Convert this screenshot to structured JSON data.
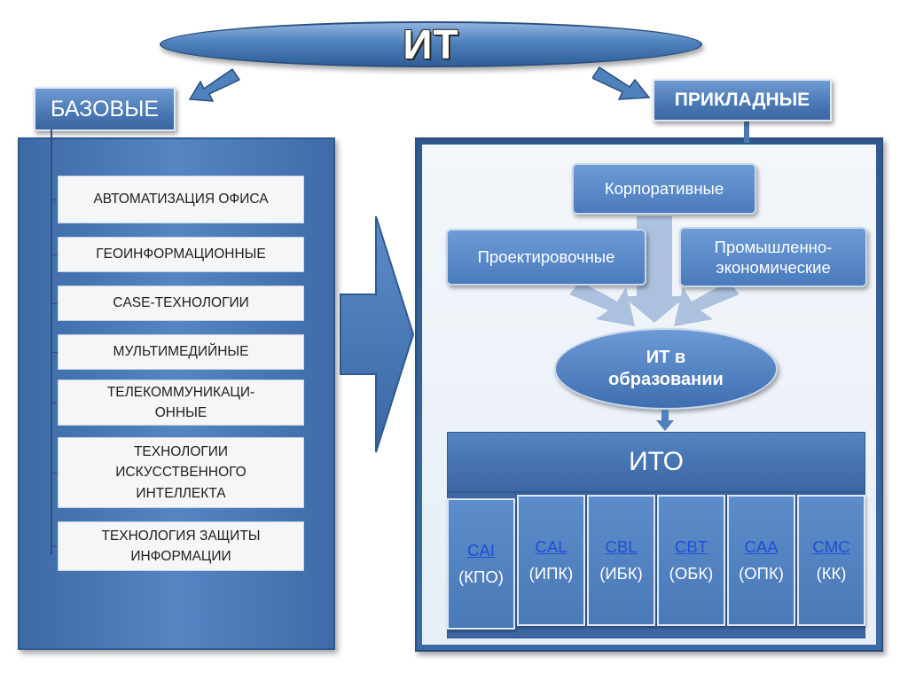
{
  "title": "ИТ",
  "base": {
    "header": "БАЗОВЫЕ",
    "items": [
      "АВТОМАТИЗАЦИЯ ОФИСА",
      "ГЕОИНФОРМАЦИОННЫЕ",
      "CASE-ТЕХНОЛОГИИ",
      "МУЛЬТИМЕДИЙНЫЕ",
      "ТЕЛЕКОММУНИКАЦИ-\nОННЫЕ",
      "ТЕХНОЛОГИИ\nИСКУССТВЕННОГО\nИНТЕЛЛЕКТА",
      "ТЕХНОЛОГИЯ ЗАЩИТЫ\nИНФОРМАЦИИ"
    ]
  },
  "applied": {
    "header": "ПРИКЛАДНЫЕ",
    "corporate": "Корпоративные",
    "design": "Проектировочные",
    "industrial": "Промышленно-\nэкономические",
    "education": "ИТ в\nобразовании",
    "ito": "ИТО",
    "cells": [
      {
        "code": "CAI",
        "sub": "(КПО)"
      },
      {
        "code": "CAL",
        "sub": "(ИПК)"
      },
      {
        "code": "CBL",
        "sub": "(ИБК)"
      },
      {
        "code": "CBT",
        "sub": "(ОБК)"
      },
      {
        "code": "CAA",
        "sub": "(ОПК)"
      },
      {
        "code": "CMC",
        "sub": "(КК)"
      }
    ]
  },
  "colors": {
    "accent": "#4a78b4",
    "panel_dark": "#2f5a90",
    "link": "#1f4fd6"
  }
}
